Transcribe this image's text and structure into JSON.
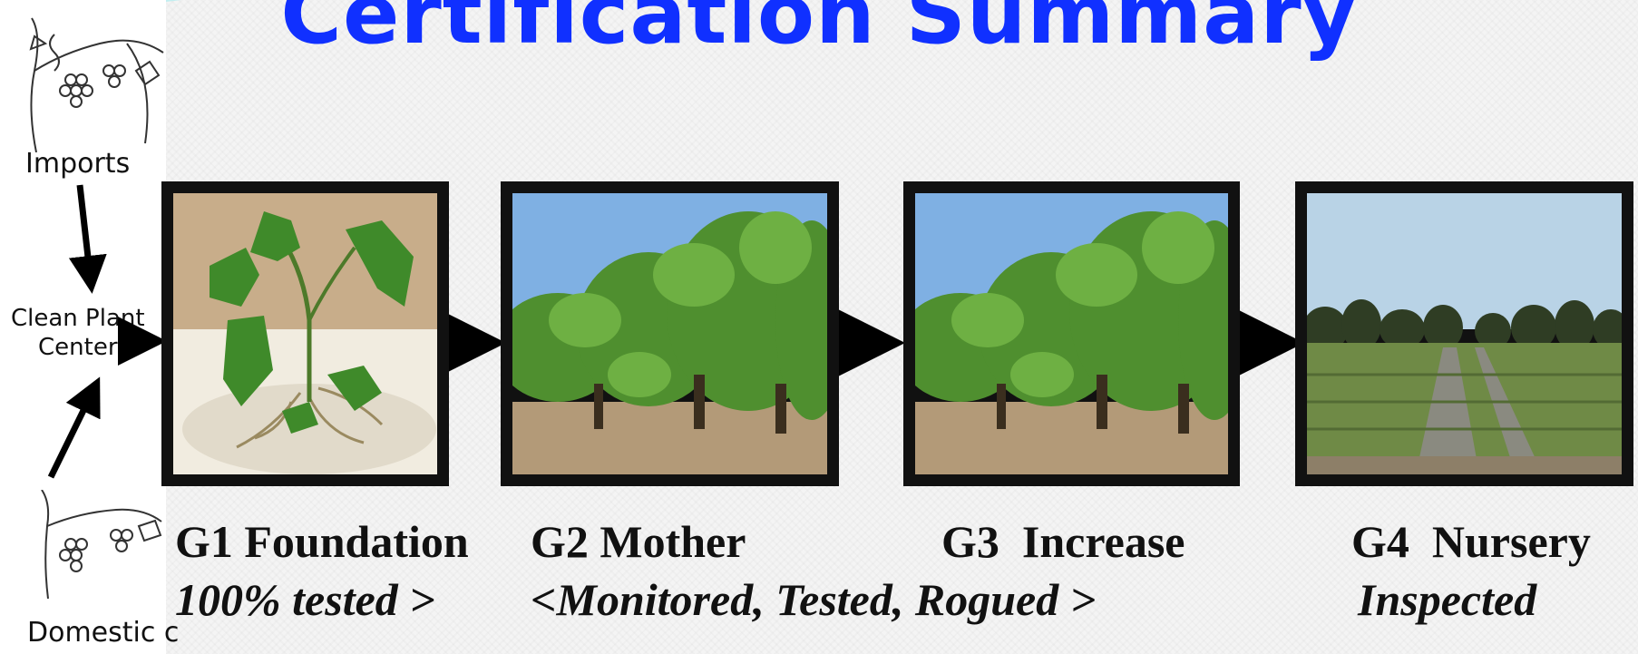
{
  "title": "Certification Summary",
  "colors": {
    "title": "#1030ff",
    "frame": "#111111",
    "arrow": "#000000"
  },
  "sources": {
    "imports": "Imports",
    "clean_plant_center": "Clean Plant\nCenter",
    "domestic": "Domestic c"
  },
  "stages": [
    {
      "name": "G1 Foundation",
      "note": "100% tested >",
      "photo": "grapevine-plantlet-in-vitro"
    },
    {
      "name": "G2 Mother",
      "note": "<Monitored, Tested, Rogued >",
      "photo": "vineyard-grapevines"
    },
    {
      "name": "G3  Increase",
      "note": "",
      "photo": "vineyard-grapevines"
    },
    {
      "name": "G4  Nursery",
      "note": "Inspected",
      "photo": "nursery-field"
    }
  ]
}
